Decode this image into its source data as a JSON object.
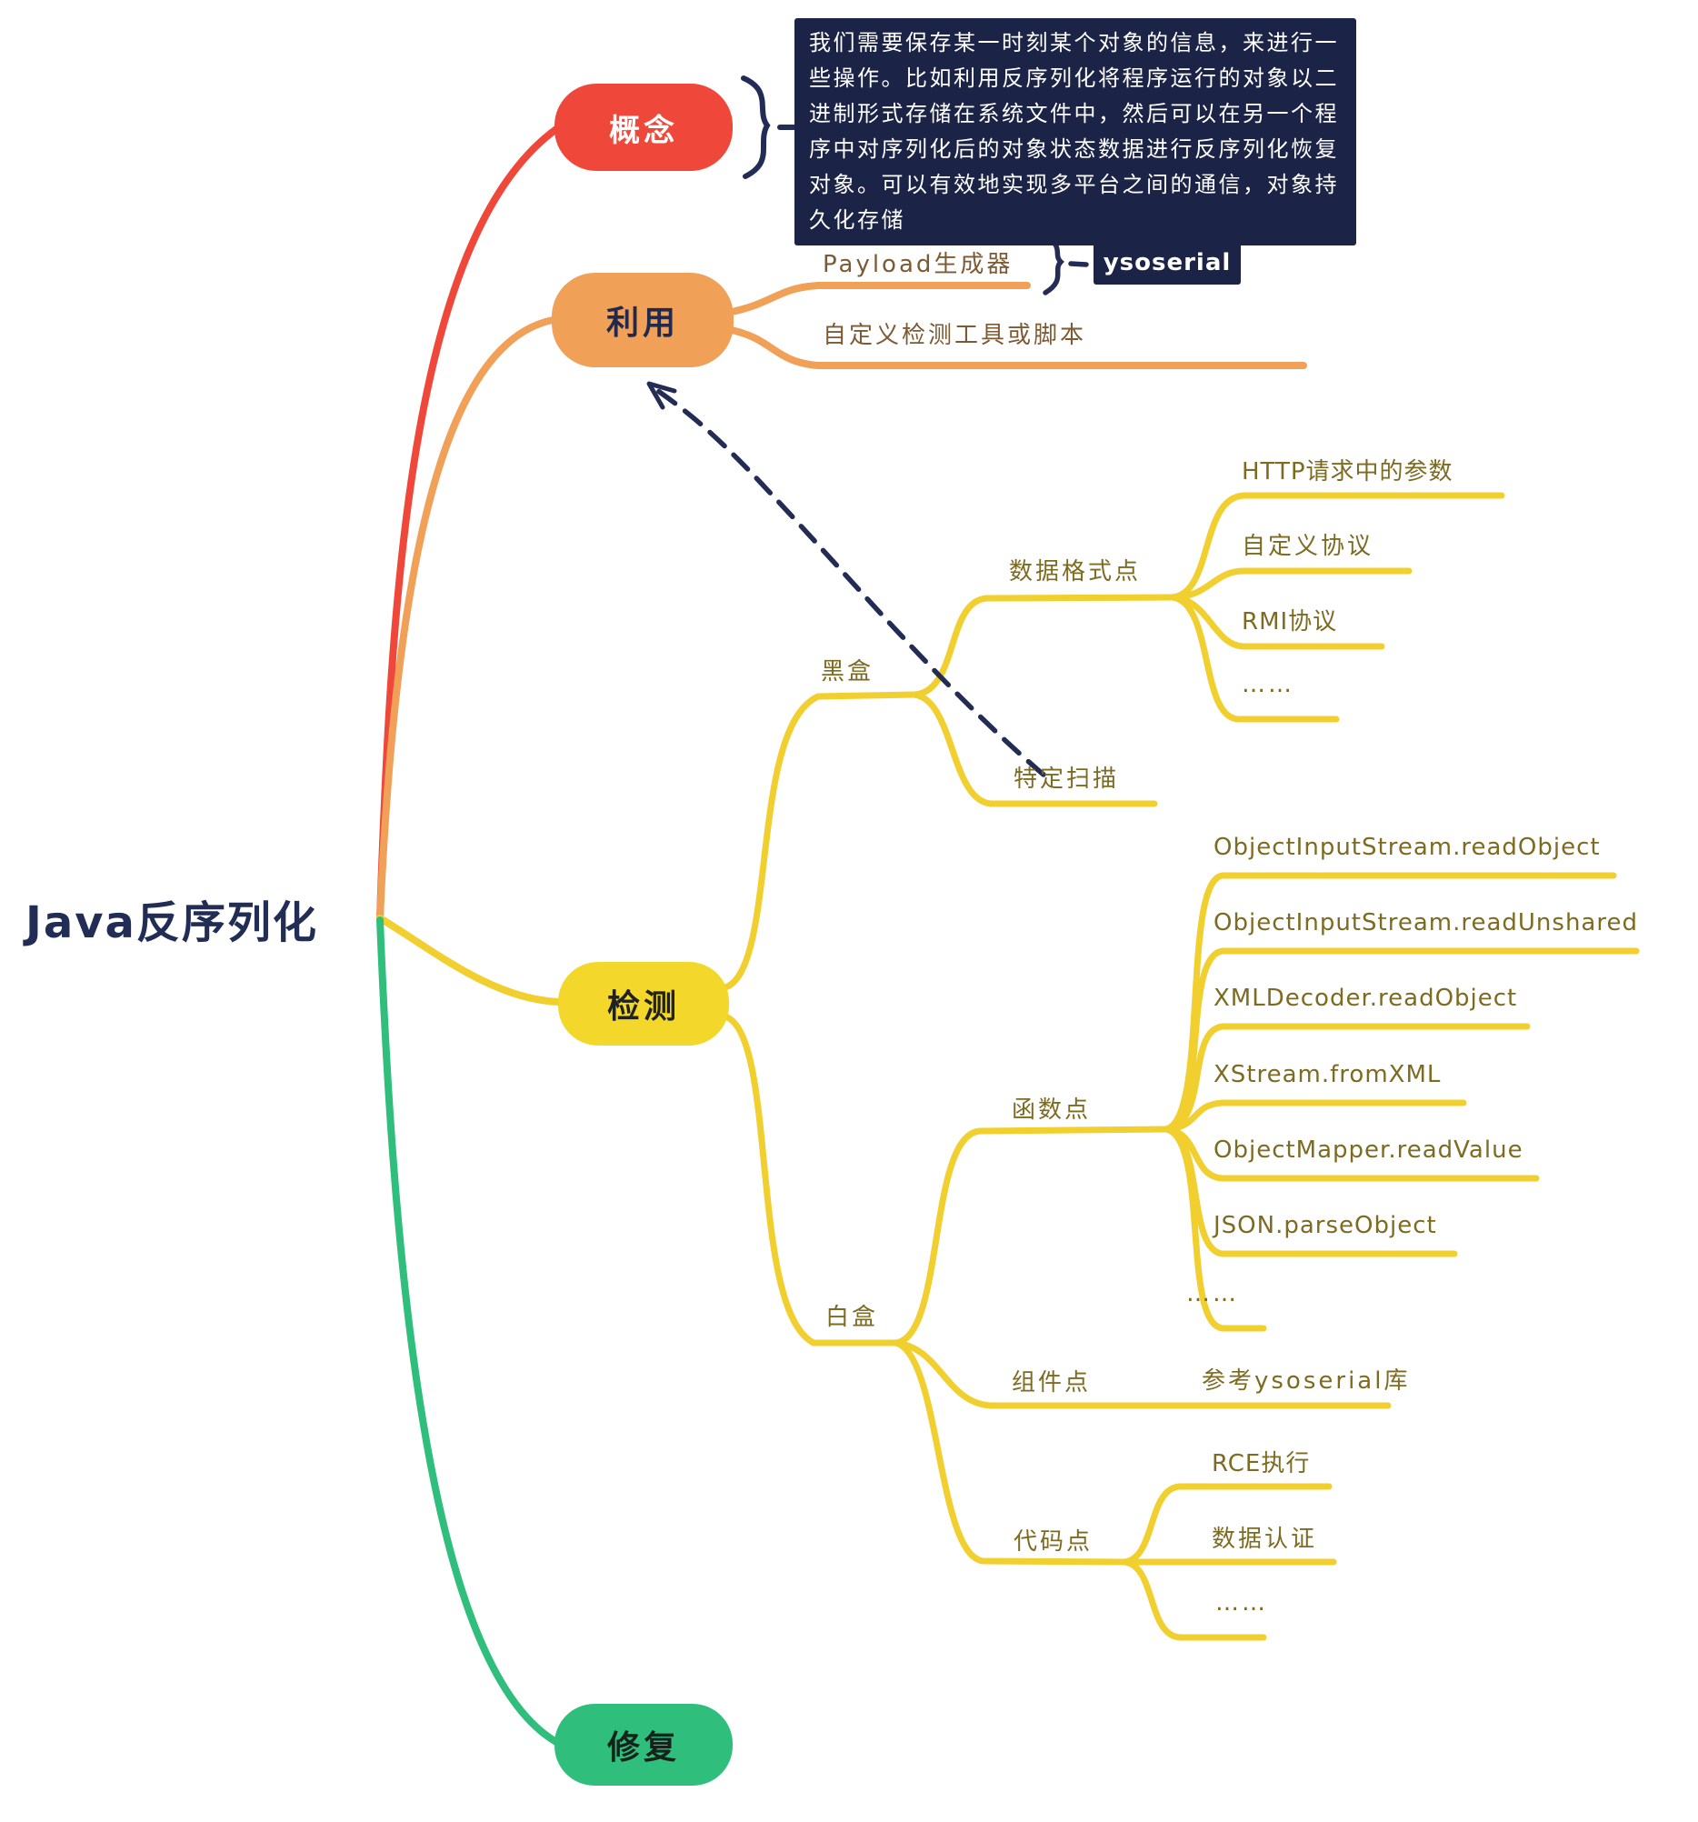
{
  "root_label": "Java反序列化",
  "branches": {
    "concept": {
      "label": "概念",
      "note": "我们需要保存某一时刻某个对象的信息，来进行一些操作。比如利用反序列化将程序运行的对象以二进制形式存储在系统文件中，然后可以在另一个程序中对序列化后的对象状态数据进行反序列化恢复对象。可以有效地实现多平台之间的通信，对象持久化存储"
    },
    "exploit": {
      "label": "利用",
      "payload_generator": "Payload生成器",
      "payload_tool": "ysoserial",
      "custom_tool": "自定义检测工具或脚本"
    },
    "detect": {
      "label": "检测",
      "blackbox": {
        "label": "黑盒",
        "data_format": {
          "label": "数据格式点",
          "items": [
            "HTTP请求中的参数",
            "自定义协议",
            "RMI协议",
            "……"
          ]
        },
        "scan_label": "特定扫描"
      },
      "whitebox": {
        "label": "白盒",
        "function_points": {
          "label": "函数点",
          "items": [
            "ObjectInputStream.readObject",
            "ObjectInputStream.readUnshared",
            "XMLDecoder.readObject",
            "XStream.fromXML",
            "ObjectMapper.readValue",
            "JSON.parseObject",
            "……"
          ]
        },
        "component_points": {
          "label": "组件点",
          "ref": "参考ysoserial库"
        },
        "code_points": {
          "label": "代码点",
          "items": [
            "RCE执行",
            "数据认证",
            "……"
          ]
        }
      }
    },
    "fix": {
      "label": "修复"
    }
  },
  "colors": {
    "red": "#EF483B",
    "orange": "#F0A057",
    "yellow": "#F1CF2E",
    "green": "#2FBE7B",
    "navy": "#1B2346",
    "olive_text": "#7C6B21",
    "brown_text": "#7C5A34"
  }
}
